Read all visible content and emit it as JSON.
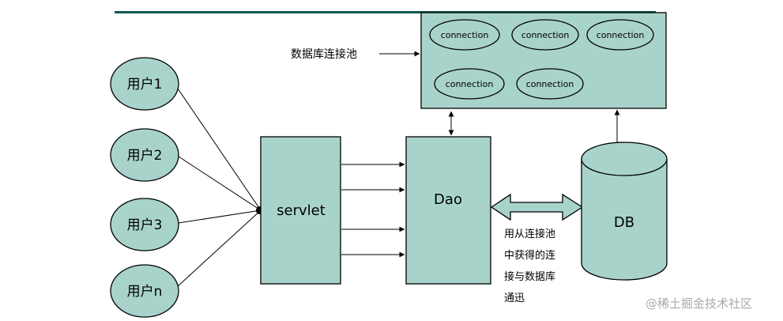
{
  "pool": {
    "label": "数据库连接池",
    "connections": [
      "connection",
      "connection",
      "connection",
      "connection",
      "connection"
    ]
  },
  "users": [
    "用户1",
    "用户2",
    "用户3",
    "用户n"
  ],
  "servlet": {
    "label": "servlet"
  },
  "dao": {
    "label": "Dao"
  },
  "db": {
    "label": "DB"
  },
  "note": {
    "lines": [
      "用从连接池",
      "中获得的连",
      "接与数据库",
      "通迅"
    ]
  },
  "watermark": "@稀土掘金技术社区",
  "colors": {
    "fill": "#a8d3cb",
    "top_rule": "#0e5a4c",
    "watermark": "#aaaaaa"
  }
}
